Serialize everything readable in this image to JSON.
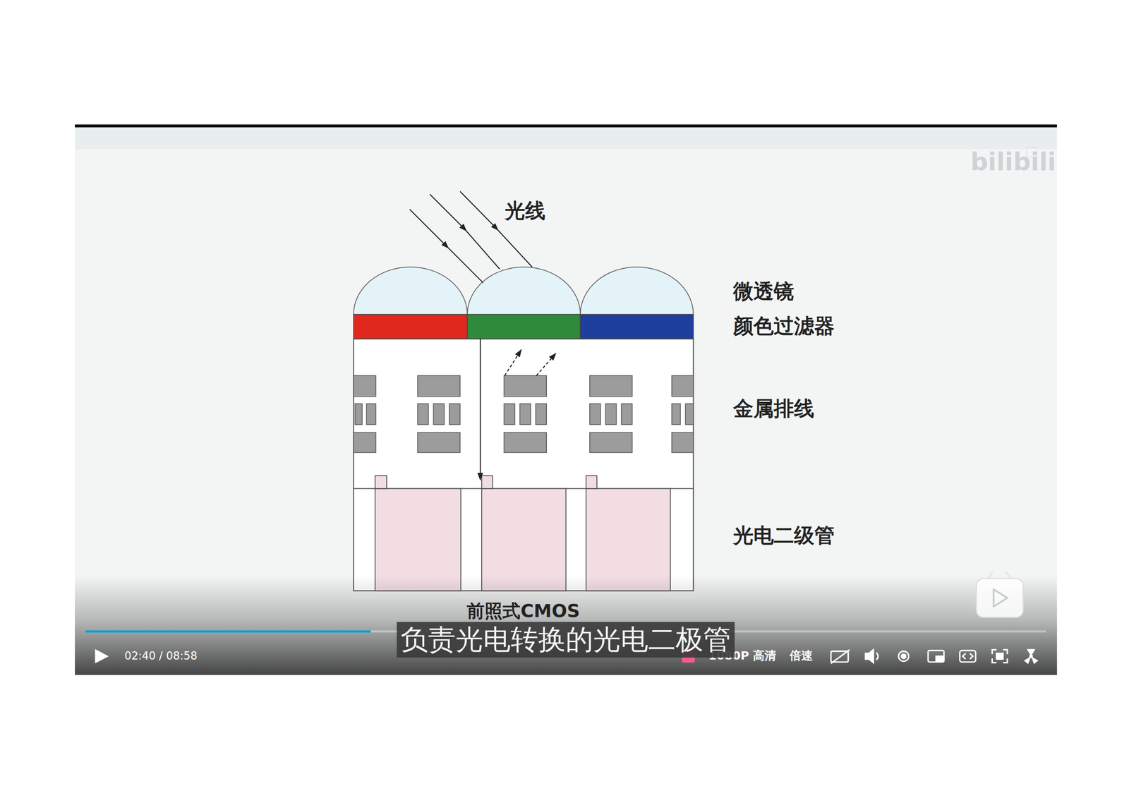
{
  "diagram": {
    "caption": "前照式CMOS",
    "nodes": [
      {
        "text": [
          "负责光电转换的光电二极管"
        ]
      }
    ],
    "labels": [
      "光线",
      "微透镜",
      "颜色过滤器",
      "金属排线",
      "光电二级管",
      "02:40 / 08:58",
      "1080P 高清",
      "倍速",
      "bilibili"
    ]
  }
}
